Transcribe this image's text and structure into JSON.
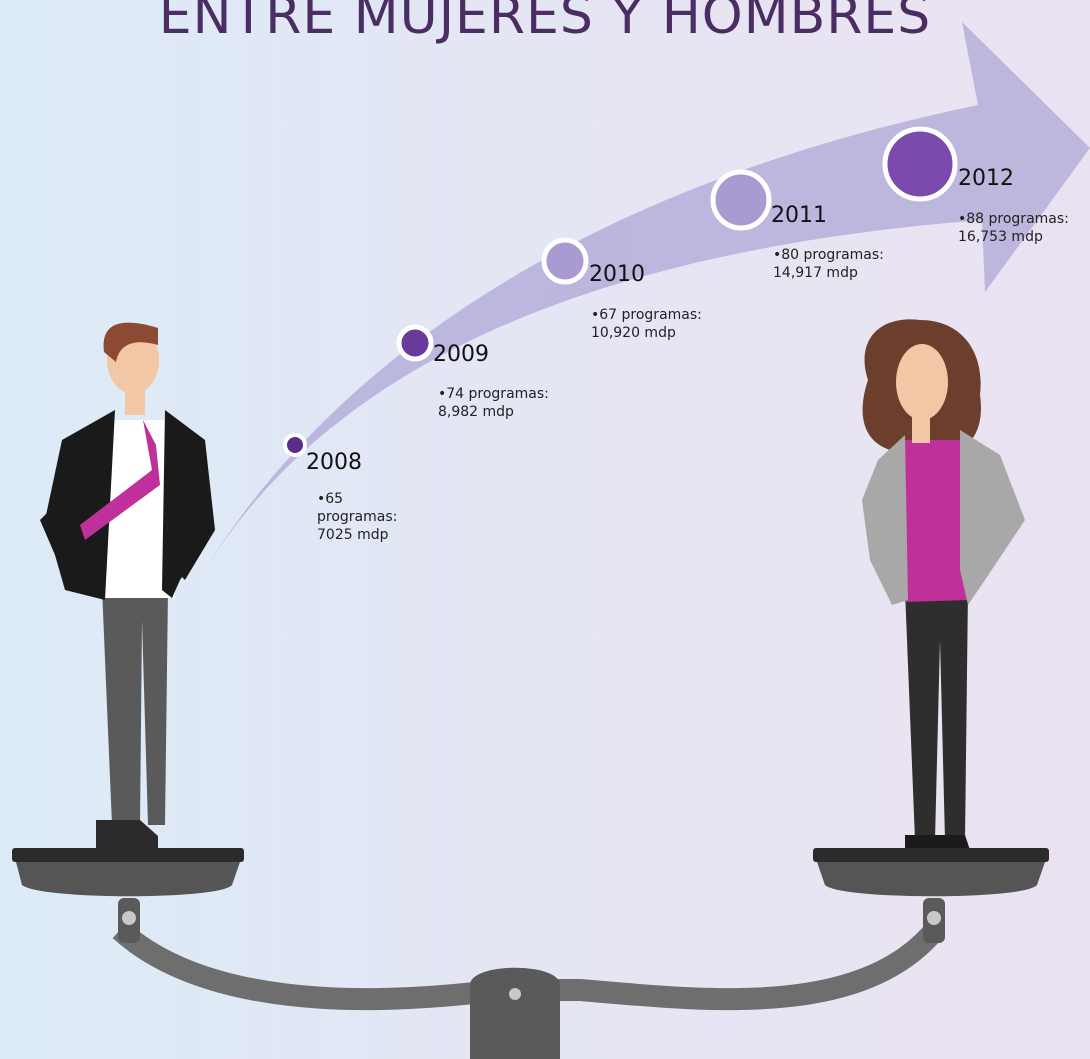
{
  "title": "ENTRE MUJERES Y HOMBRES",
  "timeline": [
    {
      "year": "2008",
      "lines": [
        "•65",
        "programas:",
        "7025 mdp"
      ],
      "programs": 65,
      "budget_mdp": 7025
    },
    {
      "year": "2009",
      "lines": [
        "•74 programas:",
        "8,982 mdp"
      ],
      "programs": 74,
      "budget_mdp": 8982
    },
    {
      "year": "2010",
      "lines": [
        "•67 programas:",
        "10,920 mdp"
      ],
      "programs": 67,
      "budget_mdp": 10920
    },
    {
      "year": "2011",
      "lines": [
        "•80 programas:",
        "14,917 mdp"
      ],
      "programs": 80,
      "budget_mdp": 14917
    },
    {
      "year": "2012",
      "lines": [
        "•88 programas:",
        "16,753 mdp"
      ],
      "programs": 88,
      "budget_mdp": 16753
    }
  ],
  "colors": {
    "title": "#4a2d62",
    "arrow": "#b5aed9",
    "circle_dark": "#5b2e8a",
    "circle_light": "#a99bd2",
    "accent_magenta": "#c0309a",
    "scale_gray": "#6e6e6e"
  }
}
